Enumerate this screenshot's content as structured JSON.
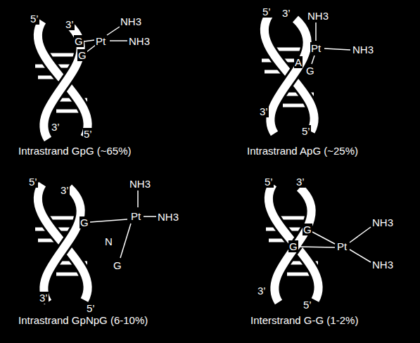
{
  "diagram": {
    "labels": [
      "5’",
      "3’",
      "NH3",
      "NH3",
      "Pt",
      "G",
      "G",
      "3’",
      "5’",
      "Intrastrand GpG (~65%)",
      "5’",
      "3’",
      "NH3",
      "Pt",
      "NH3",
      "A",
      "G",
      "3’",
      "5’",
      "Intrastrand ApG (~25%)",
      "5’",
      "3’",
      "NH3",
      "Pt",
      "NH3",
      "G",
      "N",
      "G",
      "3’",
      "5’",
      "Intrastrand GpNpG (6-10%)",
      "5’",
      "3’",
      "G",
      "G",
      "Pt",
      "NH3",
      "NH3",
      "3’",
      "5’",
      "Interstrand G-G (1-2%)"
    ]
  }
}
